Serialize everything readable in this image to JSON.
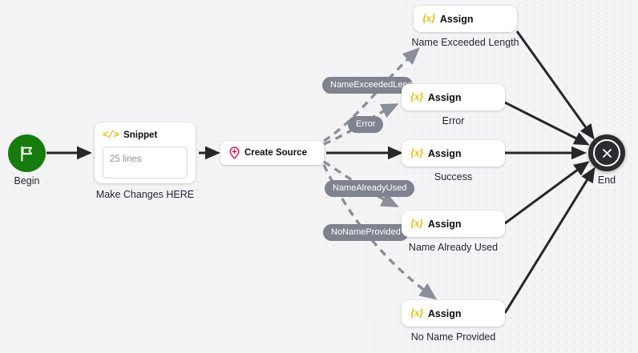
{
  "canvas": {
    "background_color": "#f4f4f6",
    "dot_color": "#e3e4e8"
  },
  "colors": {
    "begin_green": "#157c0d",
    "end_dark": "#2b2b30",
    "assign_yellow": "#e8bb00",
    "create_source_pink": "#e3176b",
    "pill_gray": "#7f838f",
    "dashed_edge": "#8b8f99",
    "solid_edge": "#26262b"
  },
  "nodes": {
    "begin": {
      "caption": "Begin",
      "icon": "flag-icon"
    },
    "snippet": {
      "title": "Snippet",
      "icon": "code-brackets-icon",
      "body_text": "25 lines",
      "caption": "Make Changes HERE"
    },
    "create_source": {
      "title": "Create Source",
      "icon": "map-pin-plus-icon"
    },
    "assigns": [
      {
        "title": "Assign",
        "icon": "variable-icon",
        "caption": "Name Exceeded Length"
      },
      {
        "title": "Assign",
        "icon": "variable-icon",
        "caption": "Error"
      },
      {
        "title": "Assign",
        "icon": "variable-icon",
        "caption": "Success"
      },
      {
        "title": "Assign",
        "icon": "variable-icon",
        "caption": "Name Already Used"
      },
      {
        "title": "Assign",
        "icon": "variable-icon",
        "caption": "No Name Provided"
      }
    ],
    "end": {
      "caption": "End",
      "icon": "x-circle-icon"
    }
  },
  "edge_labels": [
    {
      "text": "NameExceededLength"
    },
    {
      "text": "Error"
    },
    {
      "text": "NameAlreadyUsed"
    },
    {
      "text": "NoNameProvided"
    }
  ]
}
